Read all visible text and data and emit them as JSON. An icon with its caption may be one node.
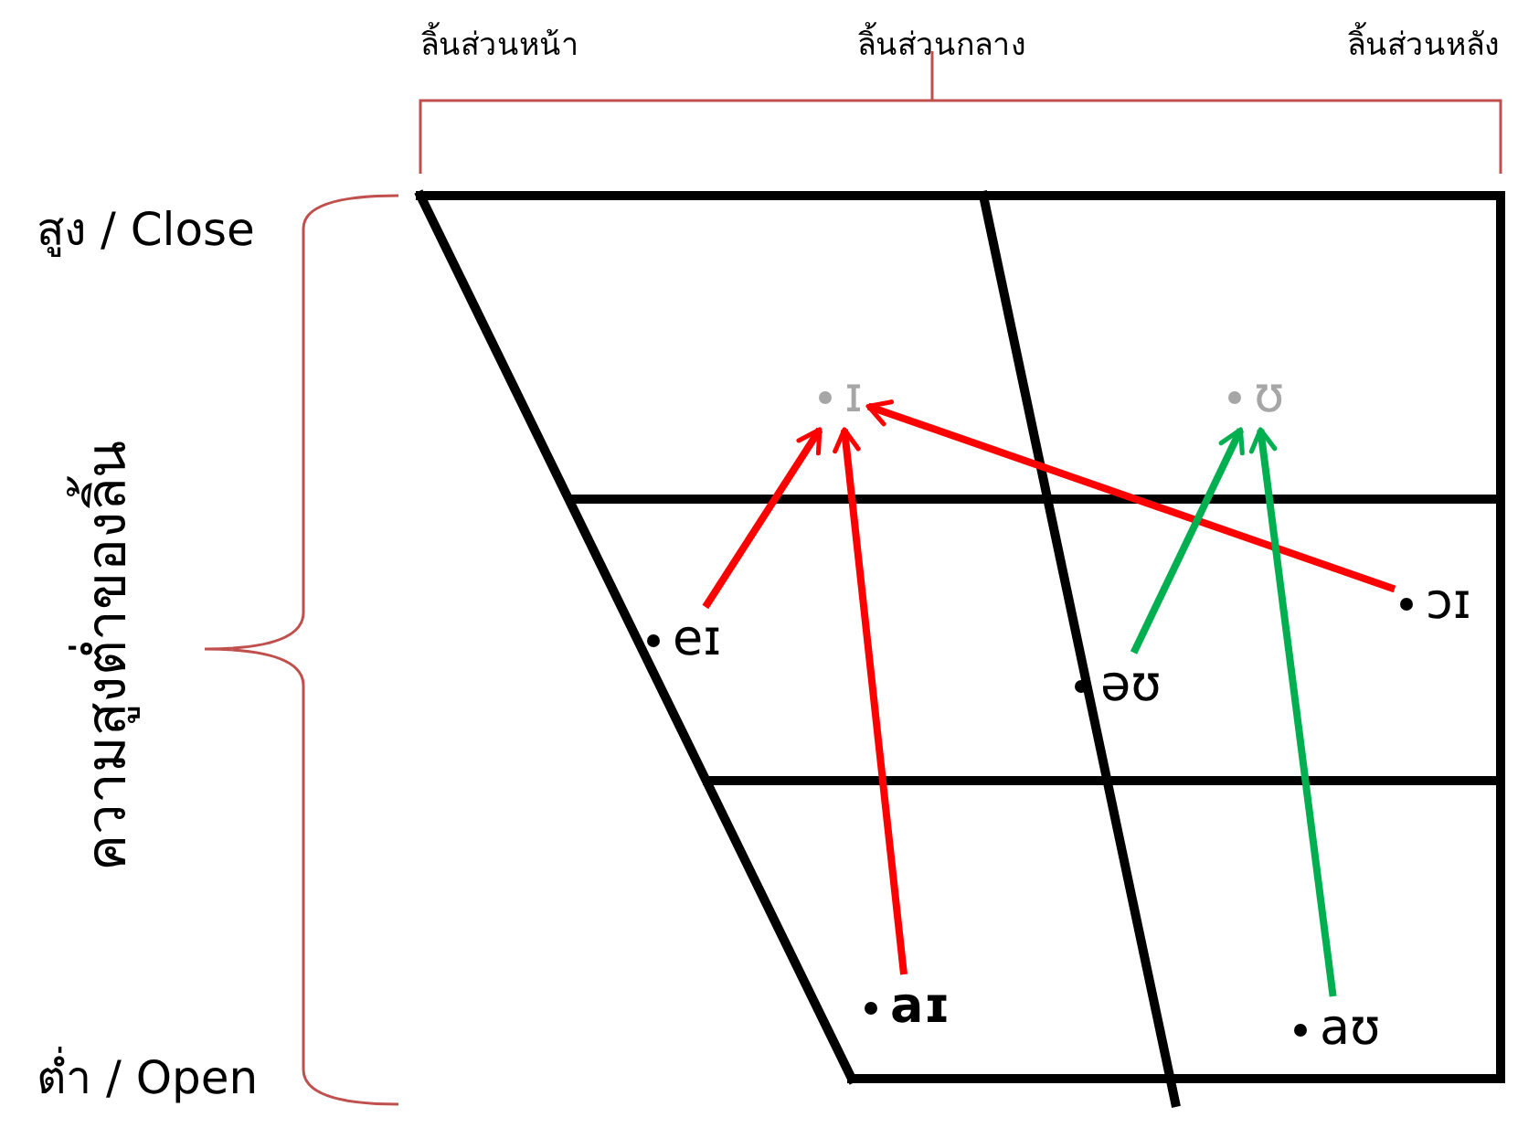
{
  "diagram": {
    "nodes": [
      {
        "text": [
          "ɪ"
        ]
      },
      {
        "text": [
          "ʊ"
        ]
      },
      {
        "text": [
          "eɪ"
        ]
      },
      {
        "text": [
          "ɔɪ"
        ]
      },
      {
        "text": [
          "əʊ"
        ]
      },
      {
        "text": [
          "aɪ"
        ]
      },
      {
        "text": [
          "aʊ"
        ]
      }
    ],
    "edges": [
      {
        "from": 2,
        "to": 0,
        "arrow": "to"
      },
      {
        "from": 5,
        "to": 0,
        "arrow": "to"
      },
      {
        "from": 3,
        "to": 0,
        "arrow": "to"
      },
      {
        "from": 4,
        "to": 1,
        "arrow": "to",
        "color": "#00b050"
      },
      {
        "from": 6,
        "to": 1,
        "arrow": "to",
        "color": "#00b050"
      }
    ],
    "labels": [
      "ลิ้นส่วนหน้า",
      "ลิ้นส่วนกลาง",
      "ลิ้นส่วนหลัง",
      "สูง / Close",
      "ความสูงต่ำของลิ้น",
      "ต่ำ / Open"
    ]
  }
}
